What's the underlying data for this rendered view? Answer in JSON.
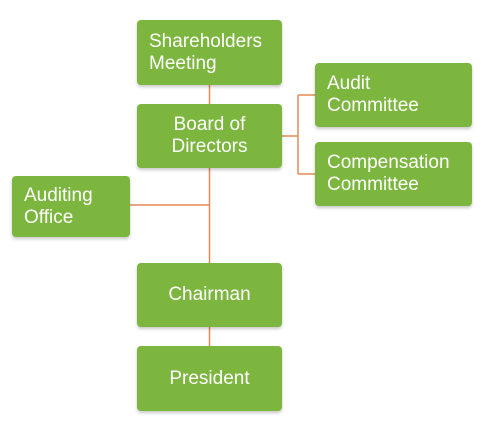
{
  "nodes": {
    "shareholders_meeting": {
      "line1": "Shareholders",
      "line2": "Meeting"
    },
    "board_of_directors": {
      "line1": "Board of",
      "line2": "Directors"
    },
    "audit_committee": {
      "line1": "Audit",
      "line2": "Committee"
    },
    "compensation_committee": {
      "line1": "Compensation",
      "line2": "Committee"
    },
    "auditing_office": {
      "line1": "Auditing",
      "line2": "Office"
    },
    "chairman": {
      "label": "Chairman"
    },
    "president": {
      "label": "President"
    }
  },
  "colors": {
    "box_fill": "#7cb63f",
    "box_text": "#ffffff",
    "connector": "#e58a55"
  }
}
